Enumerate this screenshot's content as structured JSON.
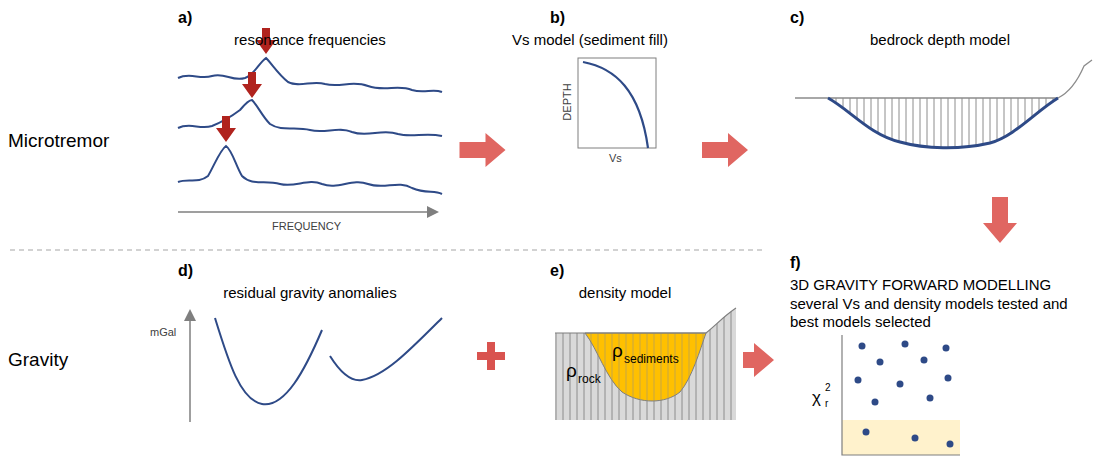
{
  "diagram": {
    "nodes": [
      {
        "text": [
          "a)",
          "resonance frequencies"
        ]
      },
      {
        "text": [
          "b)",
          "Vs model (sediment fill)"
        ]
      },
      {
        "text": [
          "c)",
          "bedrock depth model"
        ]
      },
      {
        "text": [
          "d)",
          "residual gravity anomalies"
        ]
      },
      {
        "text": [
          "e)",
          "density model"
        ]
      },
      {
        "text": [
          "f)",
          "3D GRAVITY FORWARD MODELLING",
          "several Vs and density models tested and best models selected"
        ]
      }
    ],
    "edges": [
      {
        "from": 0,
        "to": 1,
        "arrow": "to"
      },
      {
        "from": 1,
        "to": 2,
        "arrow": "to"
      },
      {
        "from": 2,
        "to": 5,
        "arrow": "to"
      },
      {
        "from": 4,
        "to": 5,
        "arrow": "to"
      }
    ],
    "labels": [
      "Microtremor",
      "Gravity",
      "FREQUENCY",
      "DEPTH",
      "Vs",
      "mGal",
      "ρ",
      "rock",
      "ρ",
      "sediments",
      "χ",
      "2",
      "r"
    ]
  }
}
